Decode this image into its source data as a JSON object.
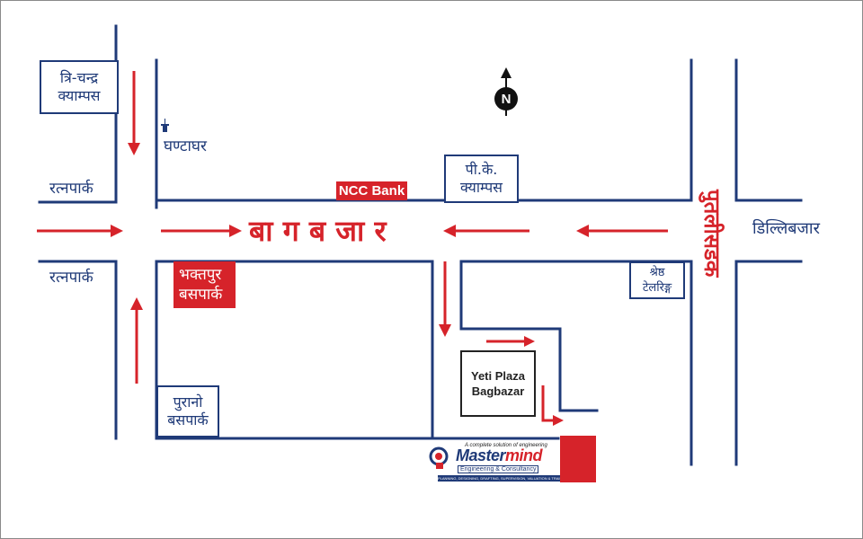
{
  "colors": {
    "road": "#1f3a78",
    "accent": "#d6232a",
    "text": "#1f3a78"
  },
  "map": {
    "north_label": "N",
    "main_street": "बा ग ब जा र",
    "cross_street_right": "पुतलीसडक",
    "places": {
      "tri_chandra": [
        "त्रि-चन्द्र",
        "क्याम्पस"
      ],
      "ratnapark_top": "रत्नपार्क",
      "ratnapark_bottom": "रत्नपार्क",
      "ghantaghar": "घण्टाघर",
      "ncc_bank": "NCC Bank",
      "pk_campus": [
        "पी.के.",
        "क्याम्पस"
      ],
      "dillibazar": "डिल्लिबजार",
      "bhaktapur_buspark": [
        "भक्तपुर",
        "बसपार्क"
      ],
      "shrestha_tailoring": [
        "श्रेष्ठ",
        "टेलरिङ्ग"
      ],
      "yeti_plaza": [
        "Yeti Plaza",
        "Bagbazar"
      ],
      "purano_buspark": [
        "पुरानो",
        "बसपार्क"
      ]
    },
    "icons": {
      "north": "north-arrow-icon",
      "clocktower": "clock-tower-icon"
    }
  },
  "logo": {
    "tagline": "A complete solution of engineering",
    "name_part1": "Master",
    "name_part2": "mind",
    "sub": "Engineering & Consultancy",
    "strip": "PLANNING, DESIGNING, DRAFTING, SUPERVISION, VALUATION & TRAINING"
  }
}
